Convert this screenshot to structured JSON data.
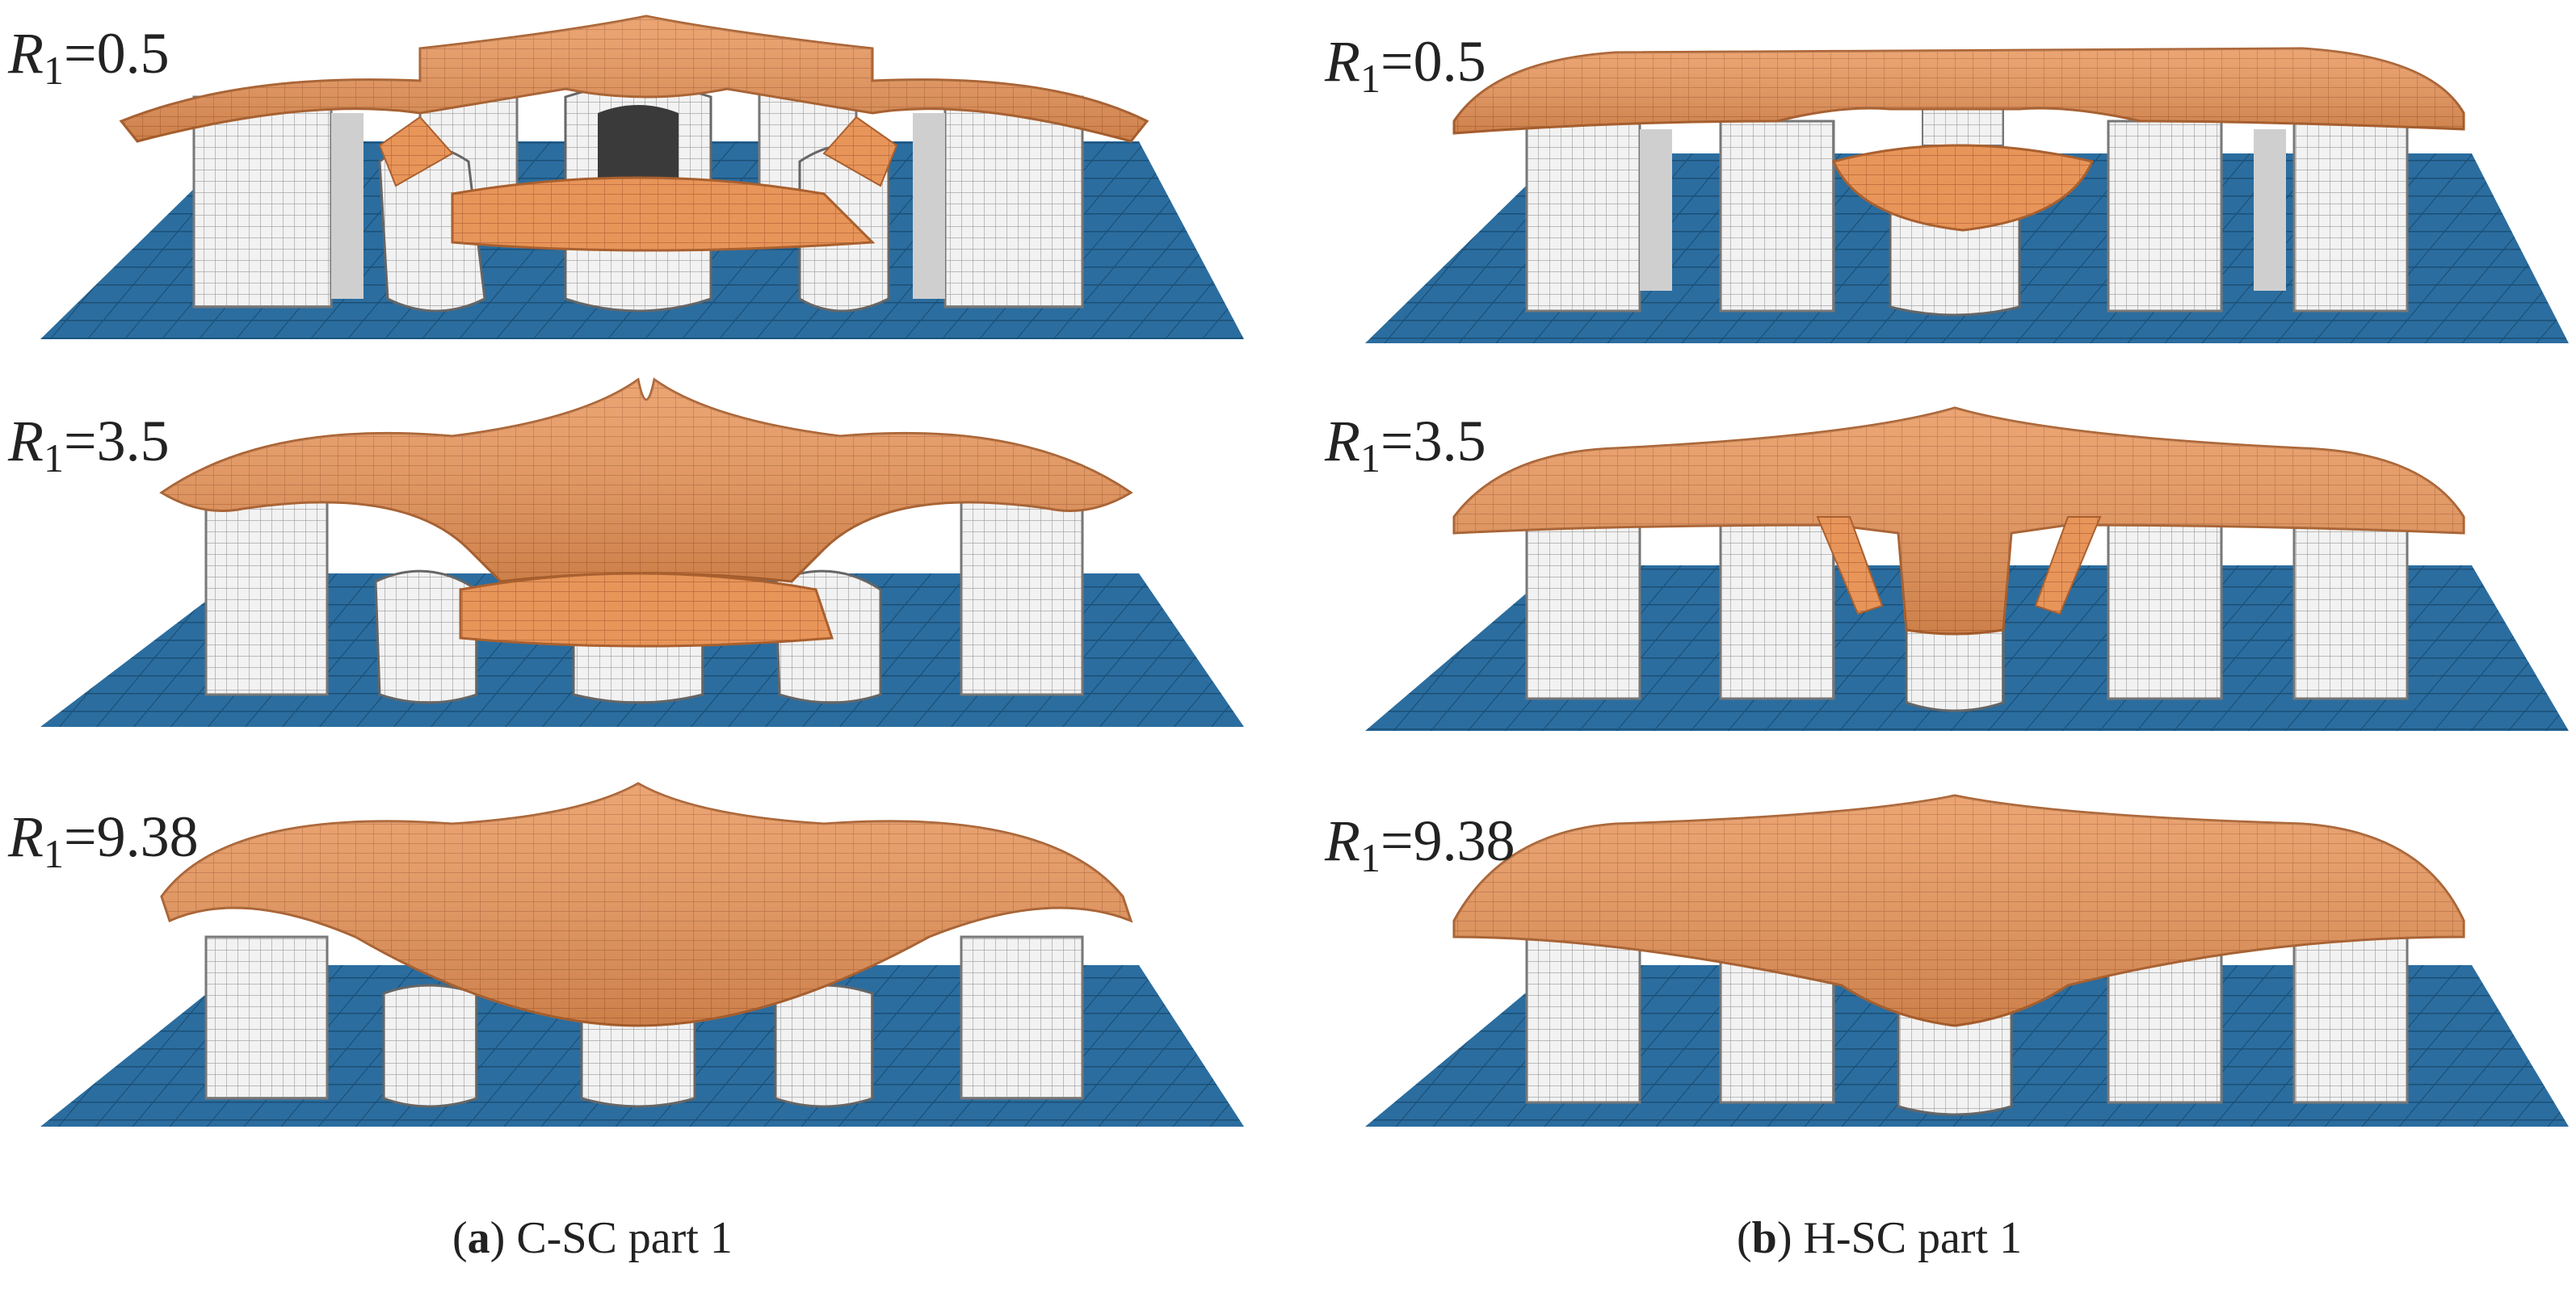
{
  "columns": [
    {
      "caption": {
        "open": "(",
        "letter": "a",
        "close": ")",
        "text": "C-SC part 1"
      },
      "rows": [
        {
          "r_symbol": "R",
          "r_sub": "1",
          "r_value": "=0.5"
        },
        {
          "r_symbol": "R",
          "r_sub": "1",
          "r_value": "=3.5"
        },
        {
          "r_symbol": "R",
          "r_sub": "1",
          "r_value": "=9.38"
        }
      ]
    },
    {
      "caption": {
        "open": "(",
        "letter": "b",
        "close": ")",
        "text": "H-SC part 1"
      },
      "rows": [
        {
          "r_symbol": "R",
          "r_sub": "1",
          "r_value": "=0.5"
        },
        {
          "r_symbol": "R",
          "r_sub": "1",
          "r_value": "=3.5"
        },
        {
          "r_symbol": "R",
          "r_sub": "1",
          "r_value": "=9.38"
        }
      ]
    }
  ],
  "colors": {
    "face_sheet": "#e8955a",
    "face_sheet_dark": "#c9713c",
    "base_plate": "#2b6d9f",
    "base_plate_grid": "#1b4f76",
    "cell_wall": "#f2f2f2",
    "cell_wall_shade": "#cfcfcf",
    "mesh_line": "#8a8a8a"
  }
}
